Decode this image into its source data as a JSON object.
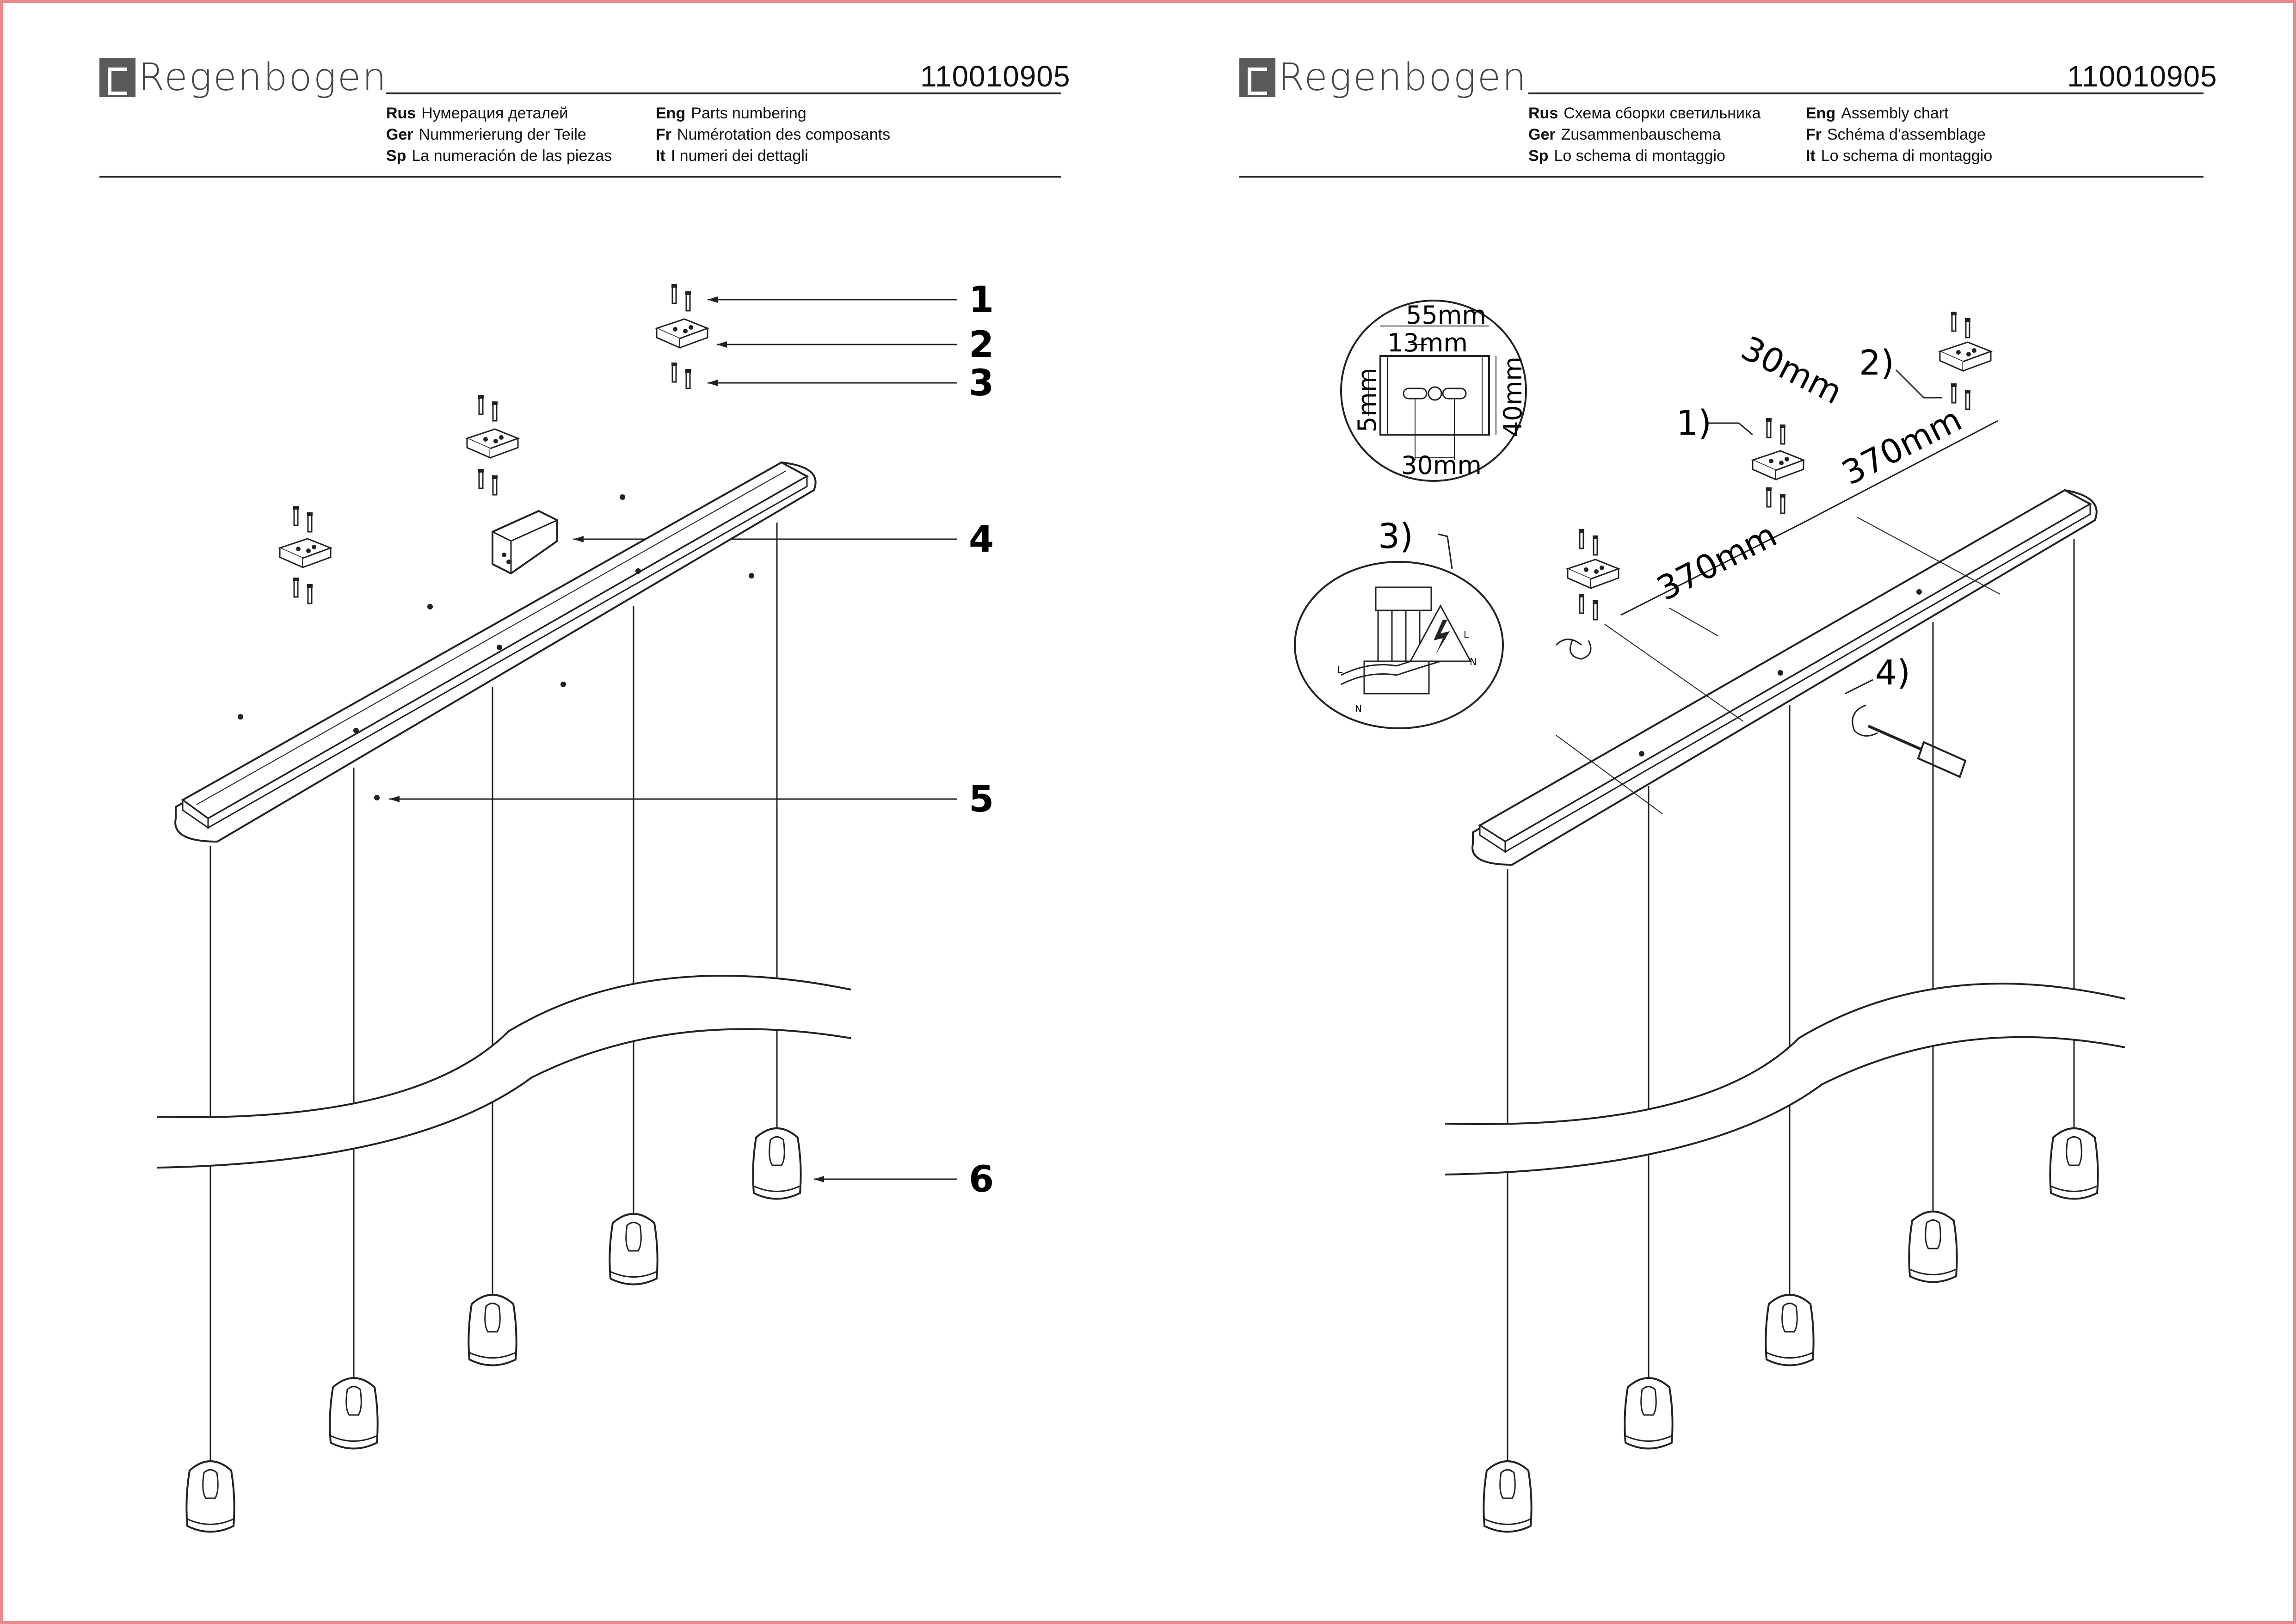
{
  "document": {
    "brand": "Regenbogen",
    "left_page": {
      "product_code": "110010905",
      "languages": [
        {
          "code": "Rus",
          "text": "Нумерация деталей"
        },
        {
          "code": "Ger",
          "text": "Nummerierung der Teile"
        },
        {
          "code": "Sp",
          "text": "La numeración de las piezas"
        },
        {
          "code": "Eng",
          "text": "Parts numbering"
        },
        {
          "code": "Fr",
          "text": "Numérotation des composants"
        },
        {
          "code": "It",
          "text": "I numeri dei dettagli"
        }
      ],
      "callouts": [
        "1",
        "2",
        "3",
        "4",
        "5",
        "6"
      ]
    },
    "right_page": {
      "product_code": "110010905",
      "languages": [
        {
          "code": "Rus",
          "text": "Схема сборки светильника"
        },
        {
          "code": "Ger",
          "text": "Zusammenbauschema"
        },
        {
          "code": "Sp",
          "text": "Lo schema di montaggio"
        },
        {
          "code": "Eng",
          "text": "Assembly chart"
        },
        {
          "code": "Fr",
          "text": "Schéma d'assemblage"
        },
        {
          "code": "It",
          "text": "Lo schema di montaggio"
        }
      ],
      "steps": [
        "1)",
        "2)",
        "3)",
        "4)"
      ],
      "dimensions": {
        "plate_width": "55mm",
        "slot_length": "13mm",
        "plate_depth": "5mm",
        "plate_height": "40mm",
        "hole_spacing": "30mm",
        "bracket_offset": "30mm",
        "spacing_a": "370mm",
        "spacing_b": "370mm"
      },
      "wiring_labels": [
        "L",
        "N",
        "L",
        "N"
      ]
    }
  }
}
